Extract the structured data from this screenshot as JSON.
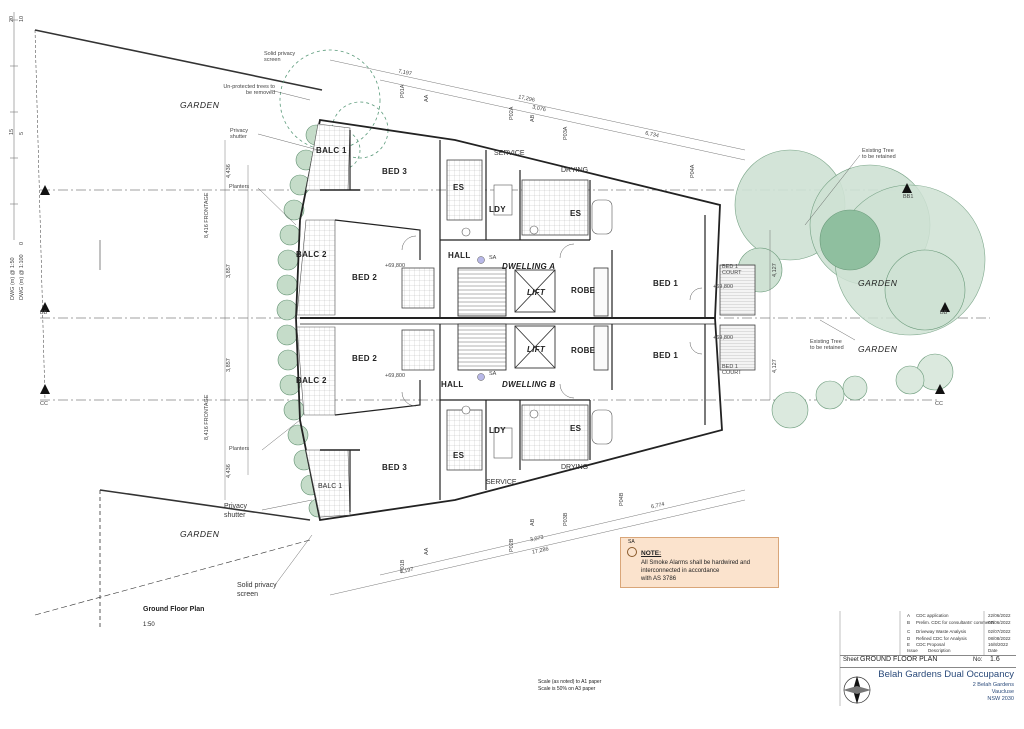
{
  "sheet": {
    "plan_title": "Ground Floor Plan",
    "plan_scale": "1:50",
    "scale_note_1": "Scale (as noted) to A1 paper",
    "scale_note_2": "Scale is 50% on A3 paper"
  },
  "rooms": {
    "balc1_top": "BALC 1",
    "bed3_top": "BED 3",
    "balc2_top": "BALC 2",
    "bed2_top": "BED 2",
    "hall_top": "HALL",
    "dwelling_a": "DWELLING A",
    "lift_top": "LIFT",
    "robe_top": "ROBE",
    "bed1_top": "BED 1",
    "bed1_court_top": "BED 1 COURT",
    "es_top_1": "ES",
    "ldy_top": "LDY",
    "es_top_2": "ES",
    "service_top": "SERVICE",
    "drying_top": "DRYING",
    "balc2_bot": "BALC 2",
    "bed2_bot": "BED 2",
    "hall_bot": "HALL",
    "dwelling_b": "DWELLING B",
    "lift_bot": "LIFT",
    "robe_bot": "ROBE",
    "bed1_bot": "BED 1",
    "bed1_court_bot": "BED 1 COURT",
    "es_bot_1": "ES",
    "ldy_bot": "LDY",
    "es_bot_2": "ES",
    "bed3_bot": "BED 3",
    "balc1_bot": "BALC 1",
    "service_bot": "SERVICE",
    "drying_bot": "DRYING"
  },
  "gardens": {
    "top_left": "GARDEN",
    "bottom_left": "GARDEN",
    "right_1": "GARDEN",
    "right_2": "GARDEN"
  },
  "annotations": {
    "solid_privacy_top": "Solid privacy screen",
    "unprotected_trees": "Un-protected trees to be removed",
    "privacy_shutter_top": "Privacy shutter",
    "planters_top": "Planters",
    "planters_bot": "Planters",
    "privacy_shutter_bot_1": "Privacy",
    "privacy_shutter_bot_2": "shutter",
    "solid_privacy_bot_1": "Solid privacy",
    "solid_privacy_bot_2": "screen",
    "existing_tree_1": "Existing Tree to be retained",
    "existing_tree_2": "Existing Tree to be retained",
    "level_a": "+69,800",
    "level_b": "+69,800",
    "level_c": "+69,800",
    "level_d": "+69,800",
    "sa_a": "SA",
    "sa_b": "SA"
  },
  "dimensions": {
    "d1": "7,197",
    "d2": "17,296",
    "d3": "3,076",
    "d4": "6,734",
    "d5": "4,436",
    "d6": "3,857",
    "d7": "3,857",
    "d8": "4,436",
    "d9": "4,127",
    "d10": "4,127",
    "d11": "6,774",
    "d12": "3,073",
    "d13": "17,286",
    "d14": "7,197",
    "frontage_top": "8,416 FRONTAGE",
    "frontage_bot": "8,416 FRONTAGE"
  },
  "section_markers": {
    "bb_left": "BB",
    "bb_right": "BB",
    "cc_left": "CC",
    "cc_right": "CC",
    "bb1": "BB1",
    "top_aa": "AA",
    "top_p01a": "P01A",
    "top_p02a": "P02A",
    "top_p03a": "P03A",
    "top_p04a": "P04A",
    "bot_aa": "AA",
    "bot_p01b": "P01B",
    "bot_p02b": "P02B",
    "bot_p03b": "P03B",
    "bot_p04b": "P04B",
    "ab_a": "AB",
    "ab_b": "AB"
  },
  "left_axis": {
    "label_a": "DWG (m) @ 1:50",
    "label_b": "DWG (m) @ 1:100",
    "tick_0": "0",
    "tick_5": "5",
    "tick_10": "10",
    "tick_15": "15",
    "tick_20": "20"
  },
  "note": {
    "ref": "SA",
    "title": "NOTE:",
    "text": "All Smoke Alarms shall be hardwired and\ninterconnected in accordance\nwith AS 3786"
  },
  "title_block": {
    "revisions": [
      {
        "code": "A",
        "desc": "CDC application",
        "date": "22/06/2022"
      },
      {
        "code": "B",
        "desc": "Prelim. CDC for consultants' comments",
        "date": "07/06/2022"
      },
      {
        "code": "C",
        "desc": "Driveway Waste Analysis",
        "date": "02/07/2022"
      },
      {
        "code": "D",
        "desc": "Refined CDC for Analysis",
        "date": "08/08/2022"
      },
      {
        "code": "E",
        "desc": "CDC Proposal",
        "date": "16/8/2022"
      }
    ],
    "rev_header_issue": "Issue",
    "rev_header_desc": "Description",
    "rev_header_date": "Date",
    "sheet_label": "Sheet",
    "sheet_name": "GROUND FLOOR PLAN",
    "no_label": "No:",
    "sheet_no": "1.6",
    "project": "Belah Gardens Dual Occupancy",
    "address_1": "2 Belah Gardens",
    "address_2": "Vaucluse",
    "address_3": "NSW 2030"
  },
  "colors": {
    "planting": "#c5dcc9",
    "tree_dark": "#8fbf9f",
    "tree_light": "#cfe2d4",
    "note_bg": "#fbe3cd",
    "title_blue": "#2a4a7a",
    "hatch": "#bdbdbd"
  }
}
